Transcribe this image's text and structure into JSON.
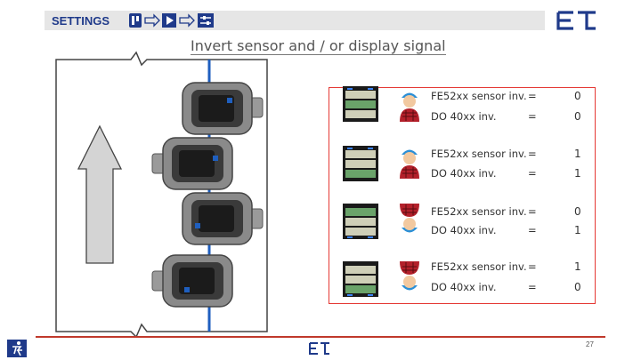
{
  "header": {
    "title": "SETTINGS",
    "flow_icons": [
      "device-icon",
      "arrow-right-icon",
      "play-icon",
      "arrow-right-icon",
      "settings-panel-icon"
    ],
    "bar_color": "#e6e6e6",
    "title_color": "#1f3a8a"
  },
  "subtitle": "Invert sensor and / or display signal",
  "accent_colors": {
    "frame_red": "#e53935",
    "beam_blue": "#1f5fbf",
    "footer_line": "#c0392b"
  },
  "rows": [
    {
      "sensor_label": "FE52xx sensor inv.",
      "sensor_eq": "=",
      "sensor_value": "0",
      "display_label": "DO 40xx inv.",
      "display_eq": "=",
      "display_value": "0",
      "person": "helmet-up"
    },
    {
      "sensor_label": "FE52xx sensor inv.",
      "sensor_eq": "=",
      "sensor_value": "1",
      "display_label": "DO 40xx inv.",
      "display_eq": "=",
      "display_value": "1",
      "person": "helmet-up"
    },
    {
      "sensor_label": "FE52xx sensor inv.",
      "sensor_eq": "=",
      "sensor_value": "0",
      "display_label": "DO 40xx inv.",
      "display_eq": "=",
      "display_value": "1",
      "person": "upside-down"
    },
    {
      "sensor_label": "FE52xx sensor inv.",
      "sensor_eq": "=",
      "sensor_value": "1",
      "display_label": "DO 40xx inv.",
      "display_eq": "=",
      "display_value": "0",
      "person": "upside-down"
    }
  ],
  "footer": {
    "page_number": "27"
  }
}
